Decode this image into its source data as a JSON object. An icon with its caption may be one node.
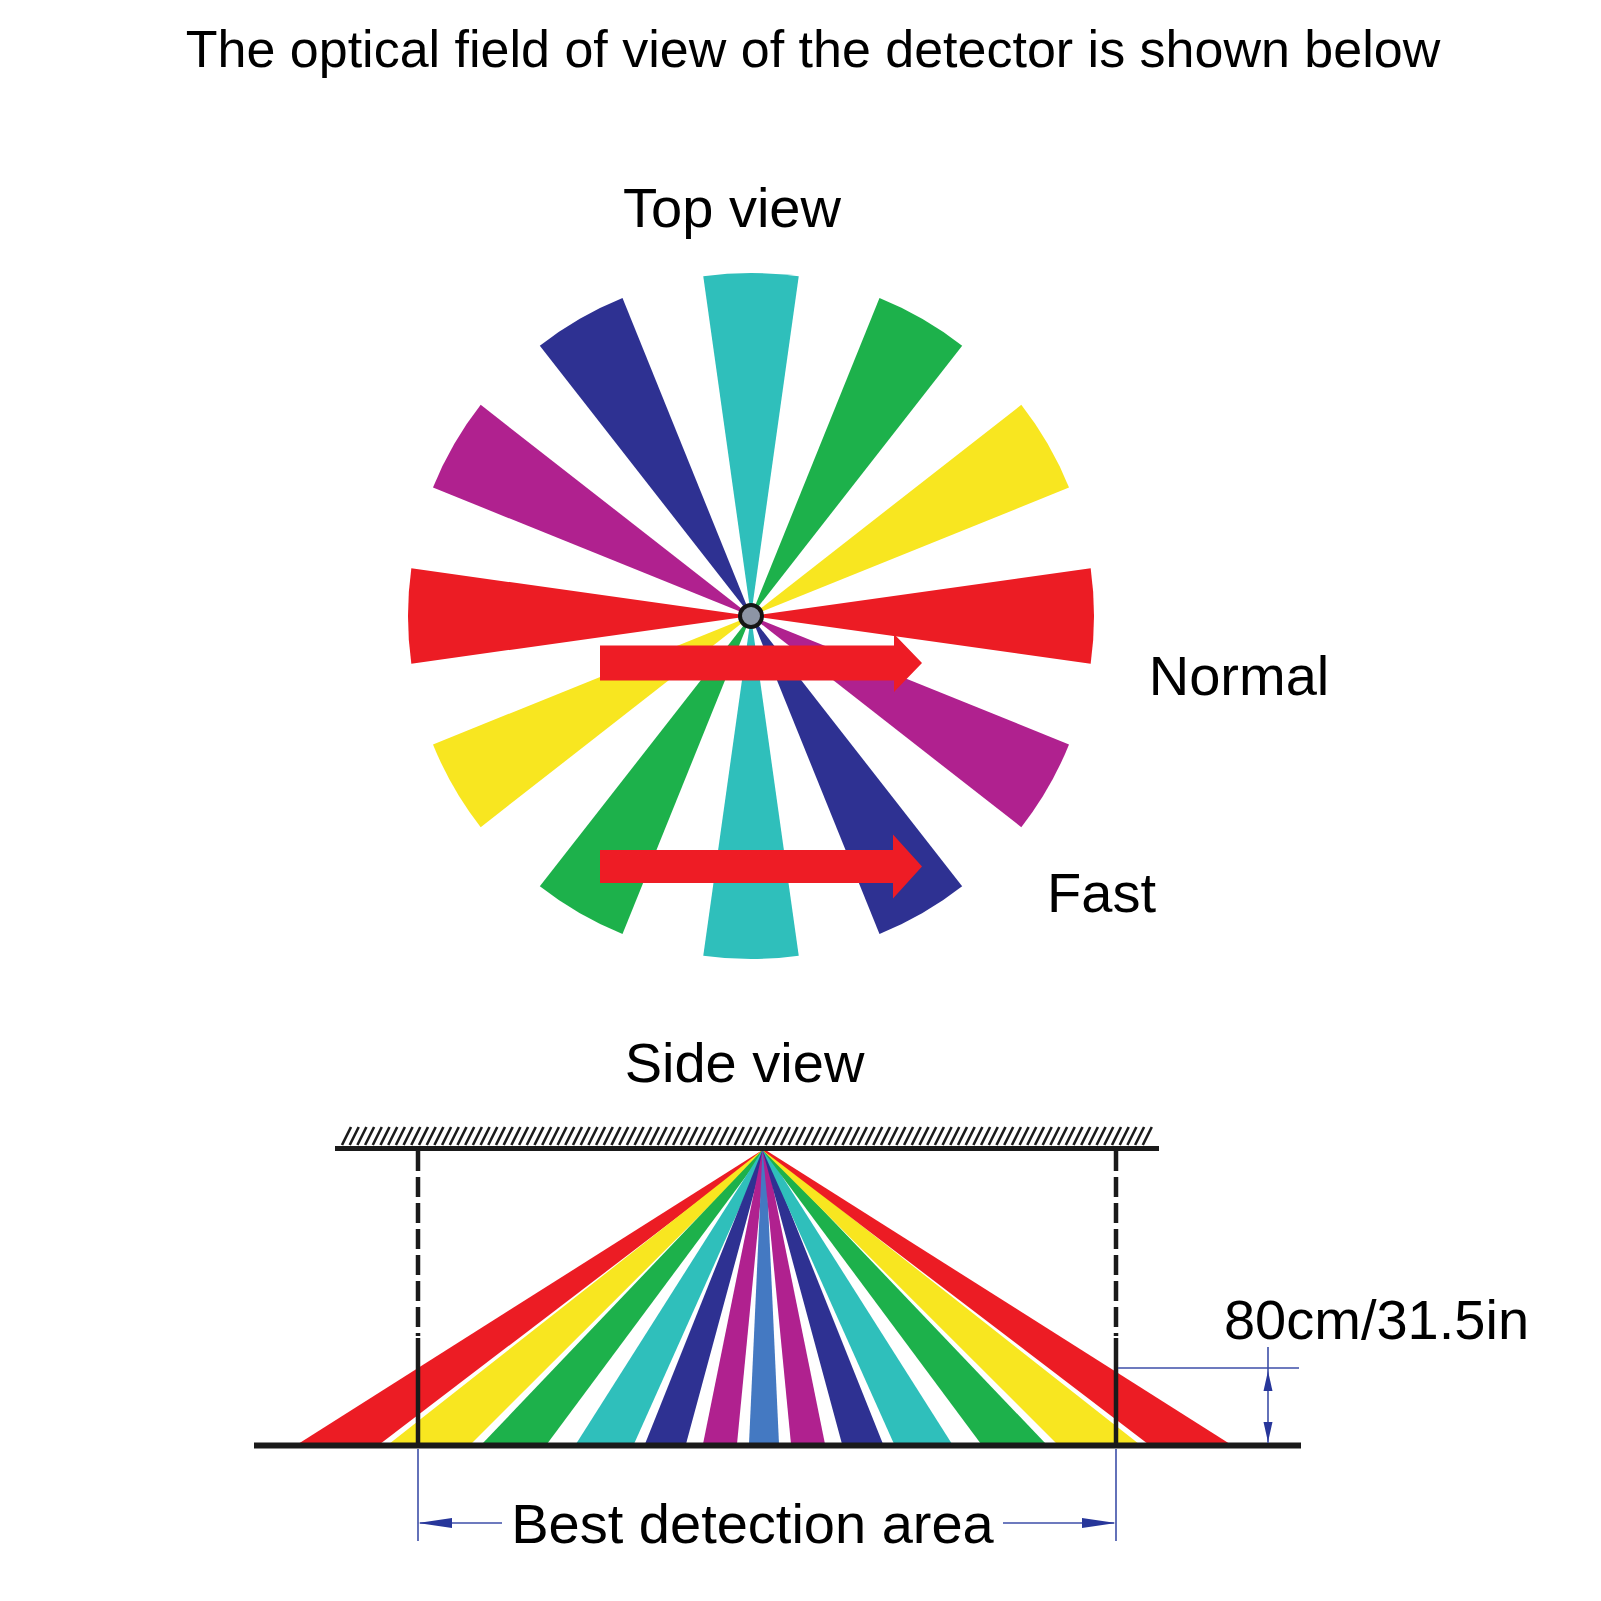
{
  "diagram": {
    "title": "The optical field of view of the detector is shown below",
    "labels": [
      "Top view",
      "Normal",
      "Fast",
      "Side view",
      "80cm/31.5in",
      "Best detection area"
    ]
  }
}
